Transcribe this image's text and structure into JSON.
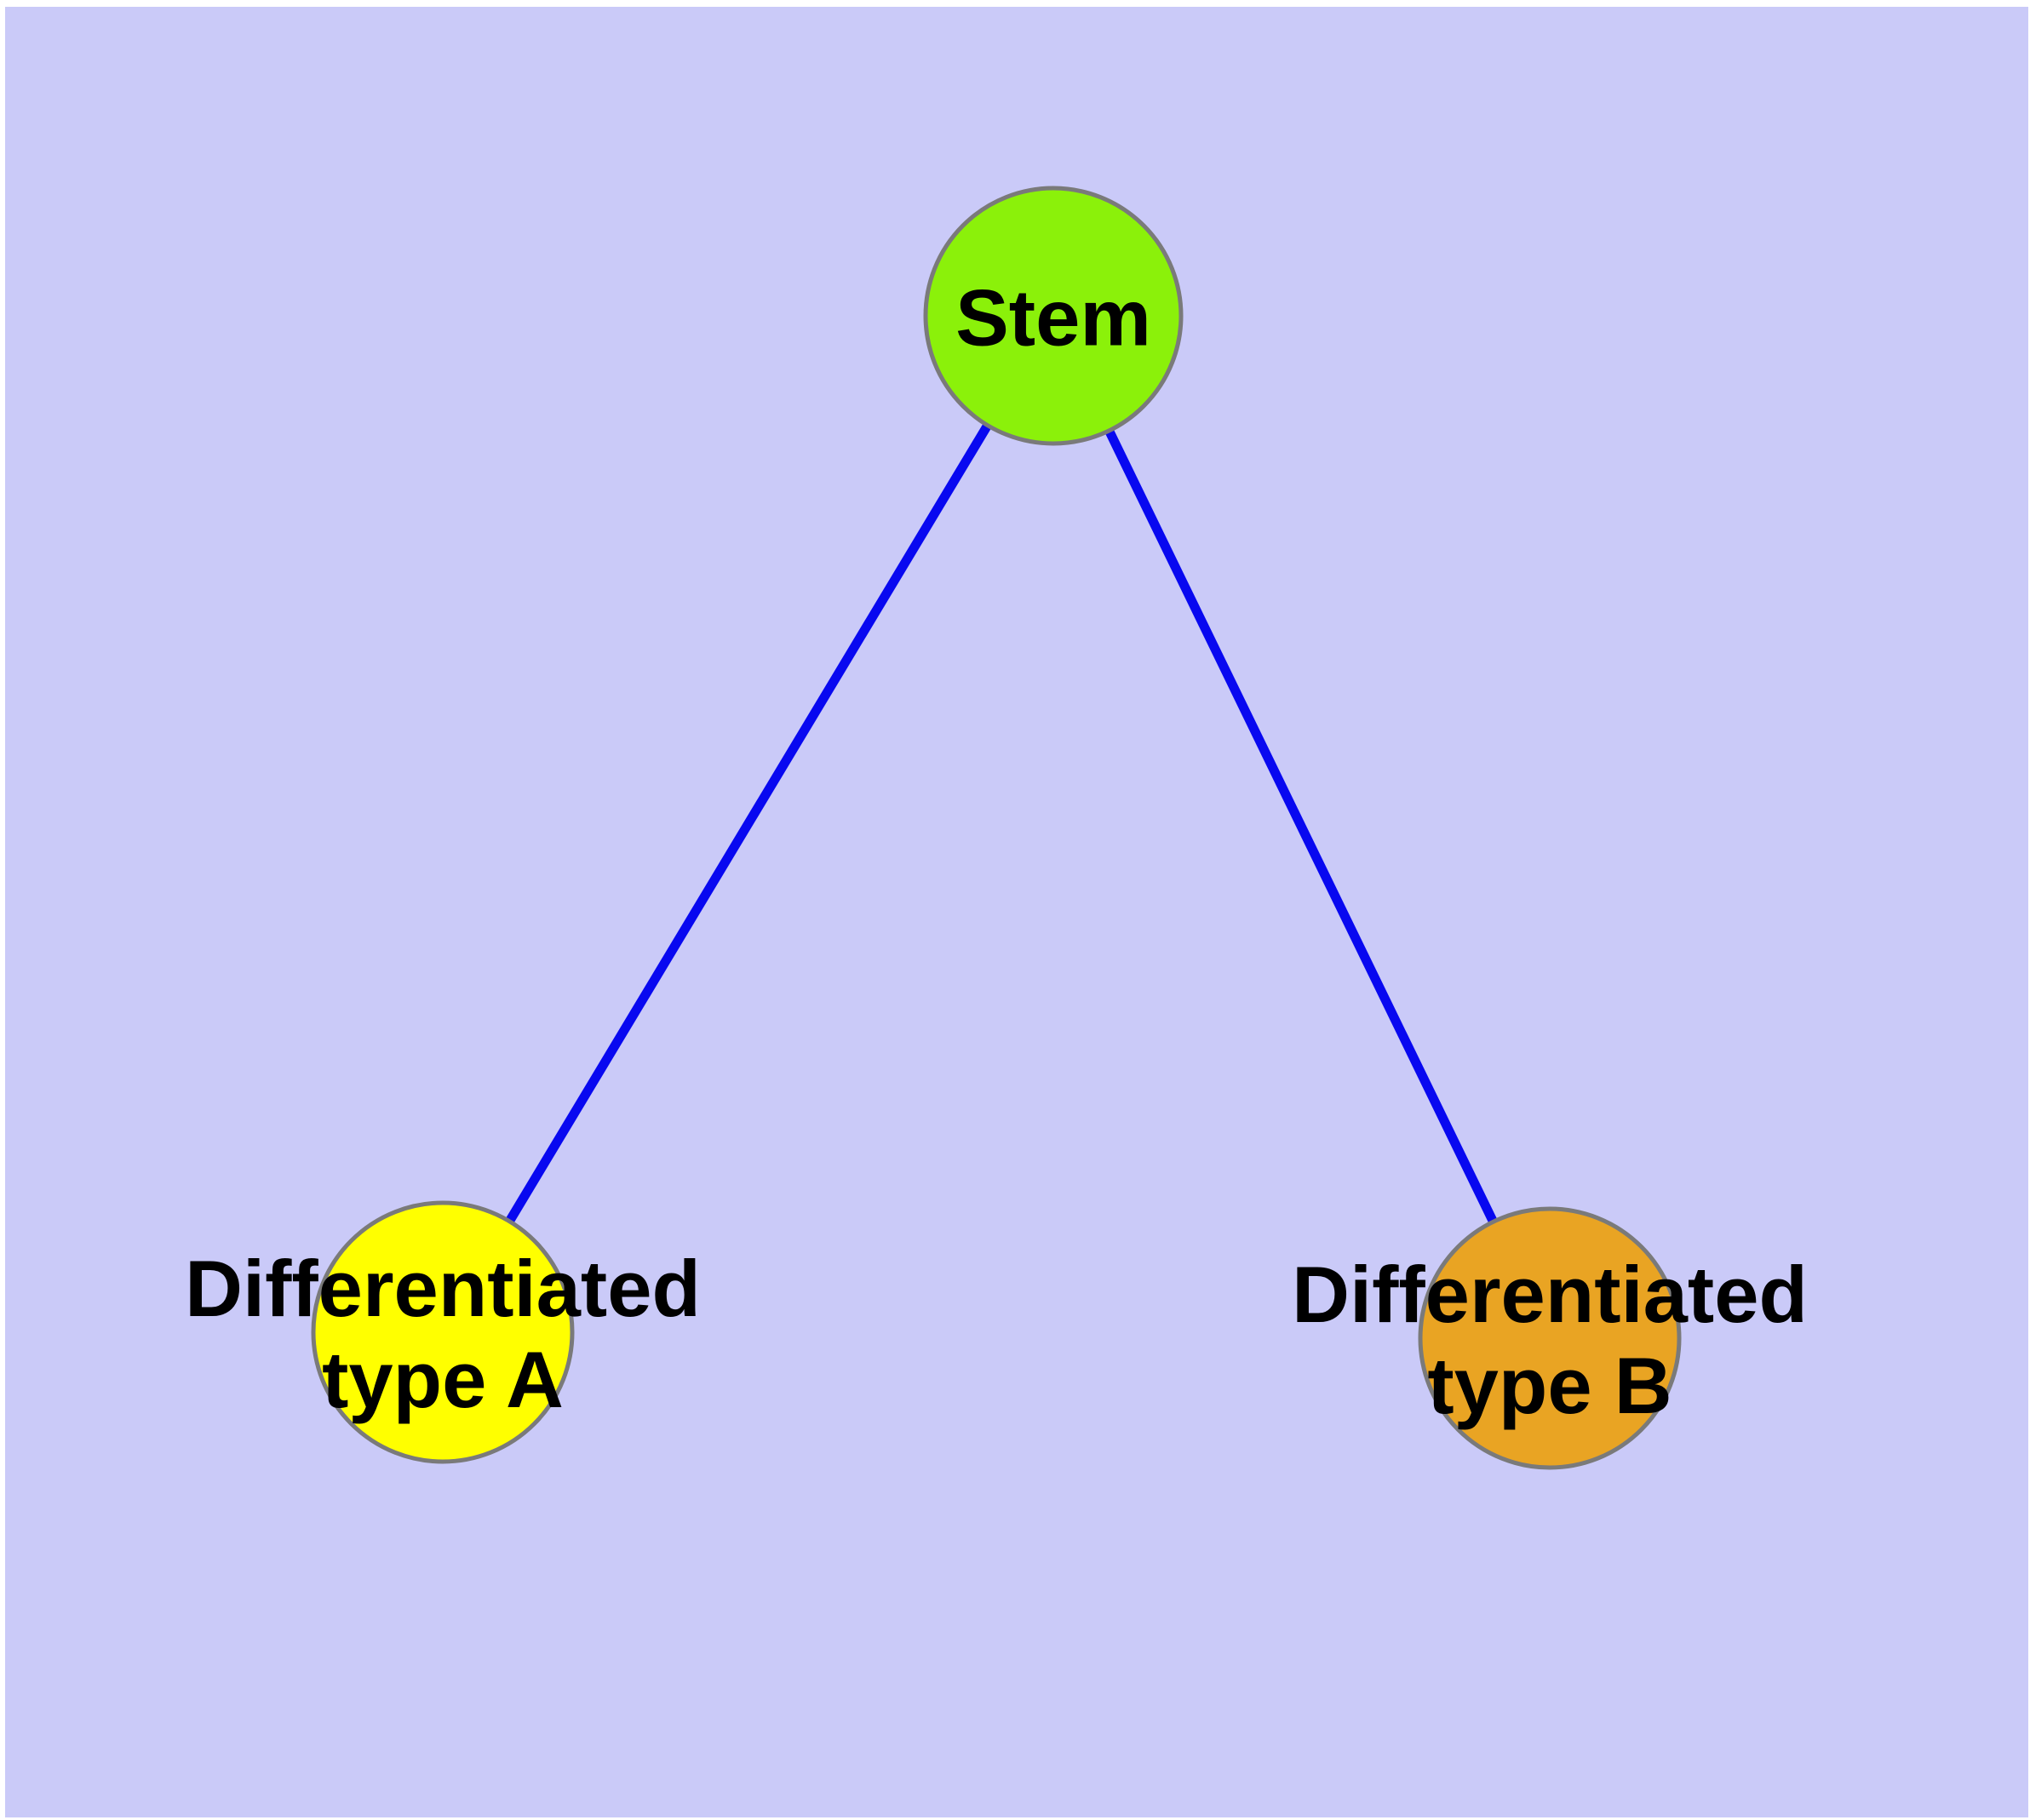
{
  "diagram": {
    "type": "graph",
    "page_background_color": "#FFFFFF",
    "plot_background_color": "#CACAF8",
    "edge_color": "#0808F0",
    "node_border_color": "#7A7A7A",
    "label_color": "#000000",
    "nodes": {
      "stem": {
        "label": "Stem",
        "color": "#8BF10A"
      },
      "diff_a": {
        "label": "Differentiated\ntype A",
        "color": "#FFFF00"
      },
      "diff_b": {
        "label": "Differentiated\ntype B",
        "color": "#E9A423"
      }
    },
    "edges": [
      {
        "from": "Stem",
        "to": "Differentiated type A"
      },
      {
        "from": "Stem",
        "to": "Differentiated type B"
      }
    ]
  }
}
